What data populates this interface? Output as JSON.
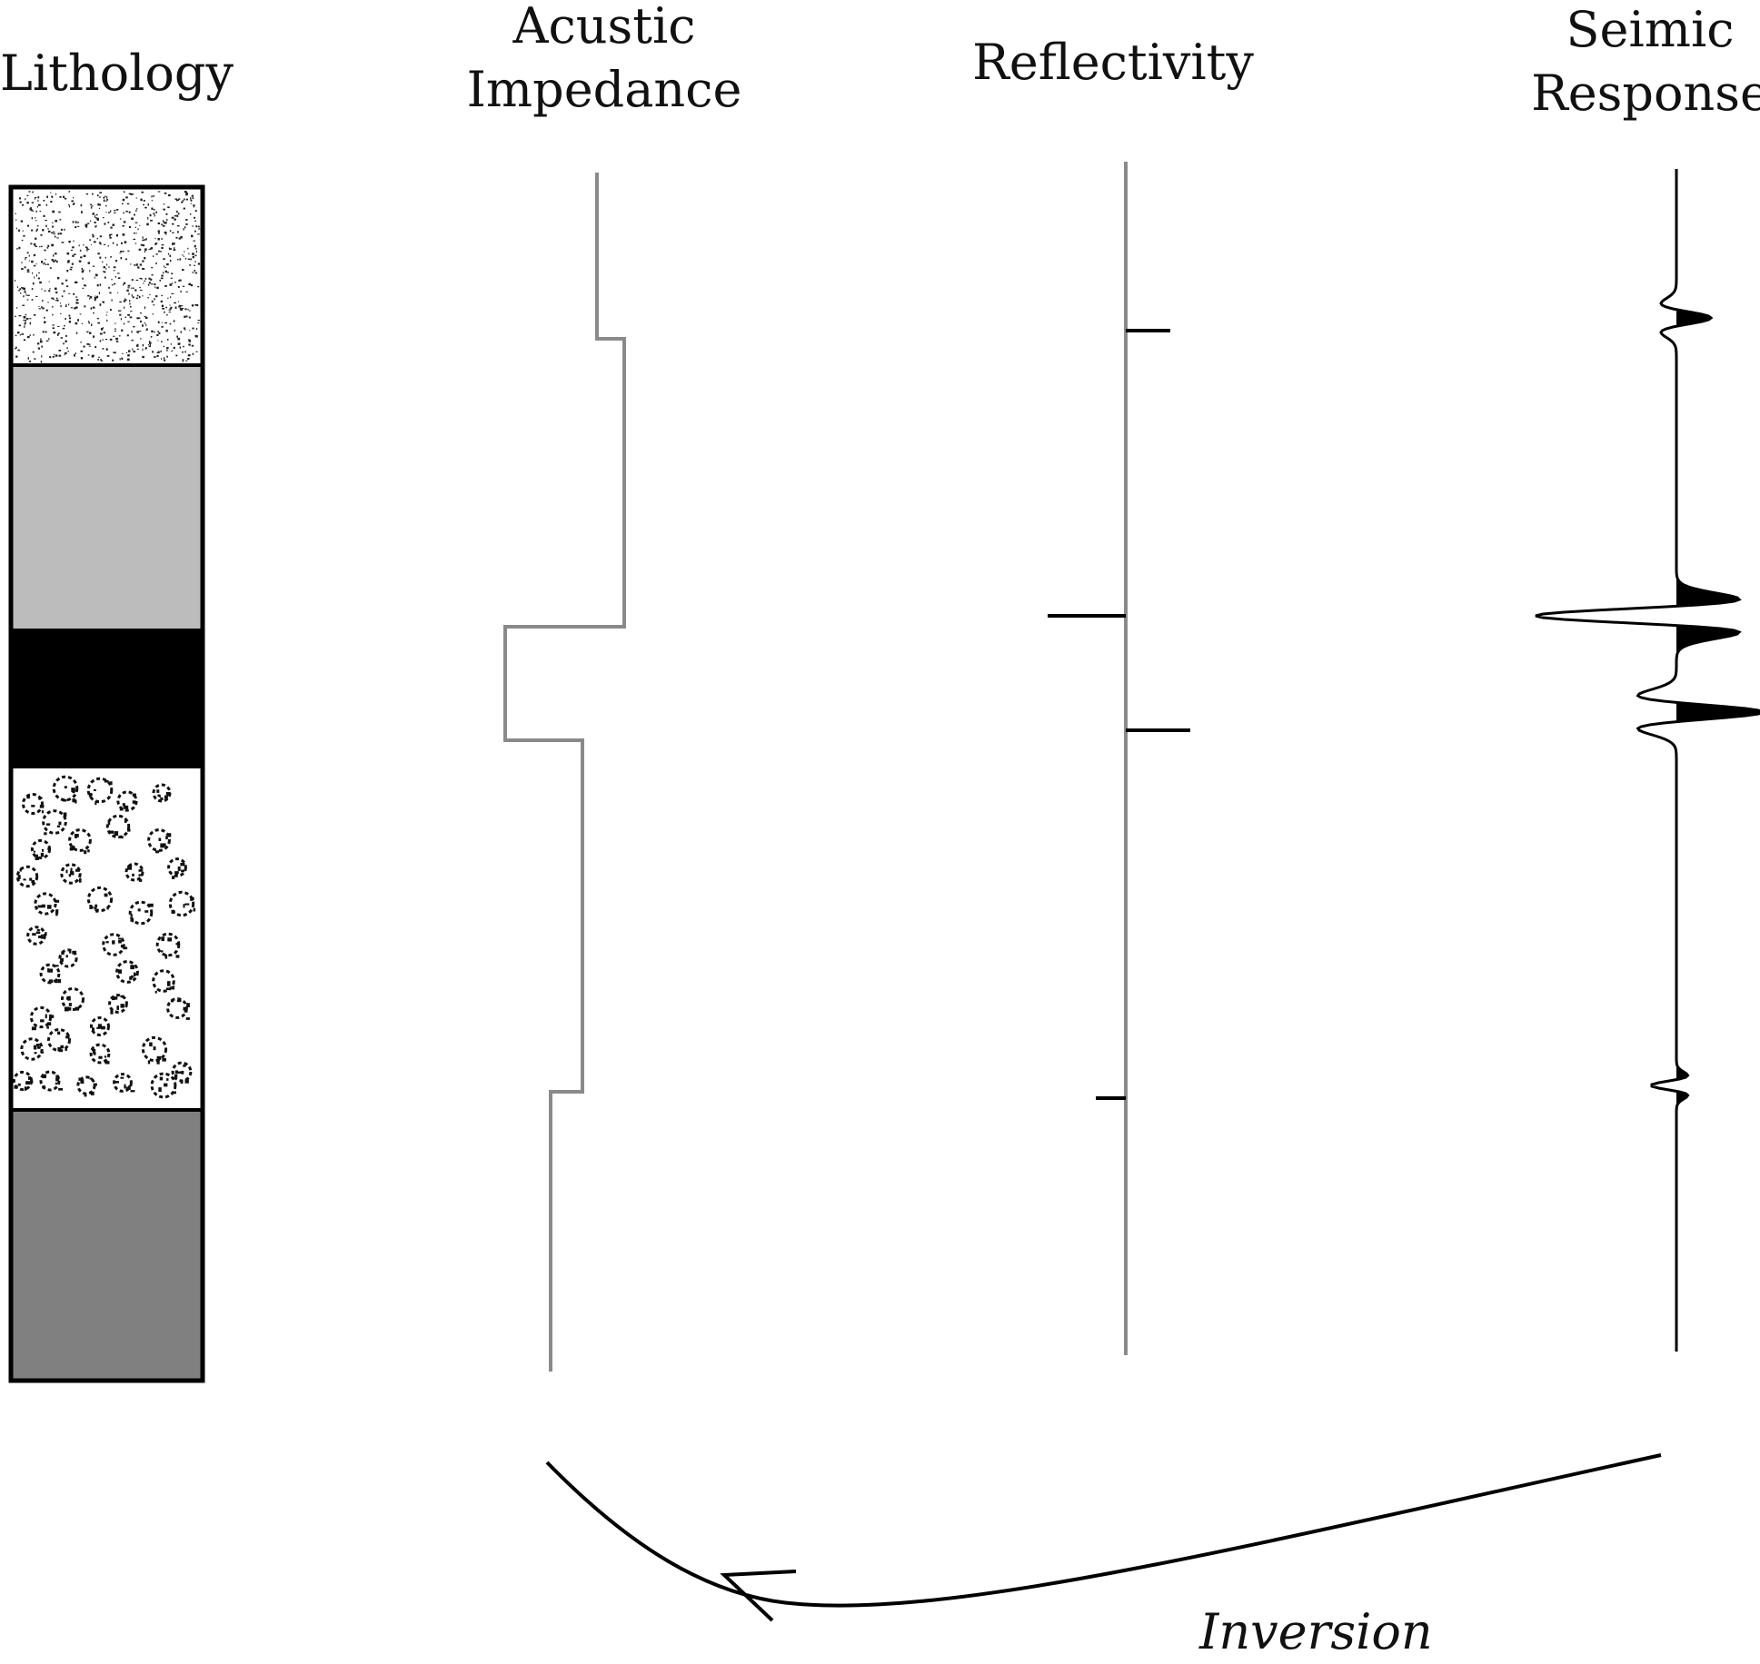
{
  "headers": {
    "lithology": "Lithology",
    "acoustic_impedance_line1": "Acustic",
    "acoustic_impedance_line2": "Impedance",
    "reflectivity": "Reflectivity",
    "seismic_response_line1": "Seimic",
    "seismic_response_line2": "Response"
  },
  "inversion_label": "Inversion",
  "lithology_layers": [
    {
      "pattern": "fine-sand-dots",
      "fill": "#ffffff"
    },
    {
      "pattern": "solid",
      "fill": "#bcbcbc"
    },
    {
      "pattern": "solid",
      "fill": "#000000"
    },
    {
      "pattern": "pebbles",
      "fill": "#ffffff"
    },
    {
      "pattern": "solid",
      "fill": "#808080"
    }
  ],
  "colors": {
    "impedance_log": "#8a8a8a",
    "reflectivity_axis": "#8a8a8a",
    "reflectivity_spike": "#000000",
    "seismic_trace": "#000000",
    "arrow": "#000000"
  }
}
